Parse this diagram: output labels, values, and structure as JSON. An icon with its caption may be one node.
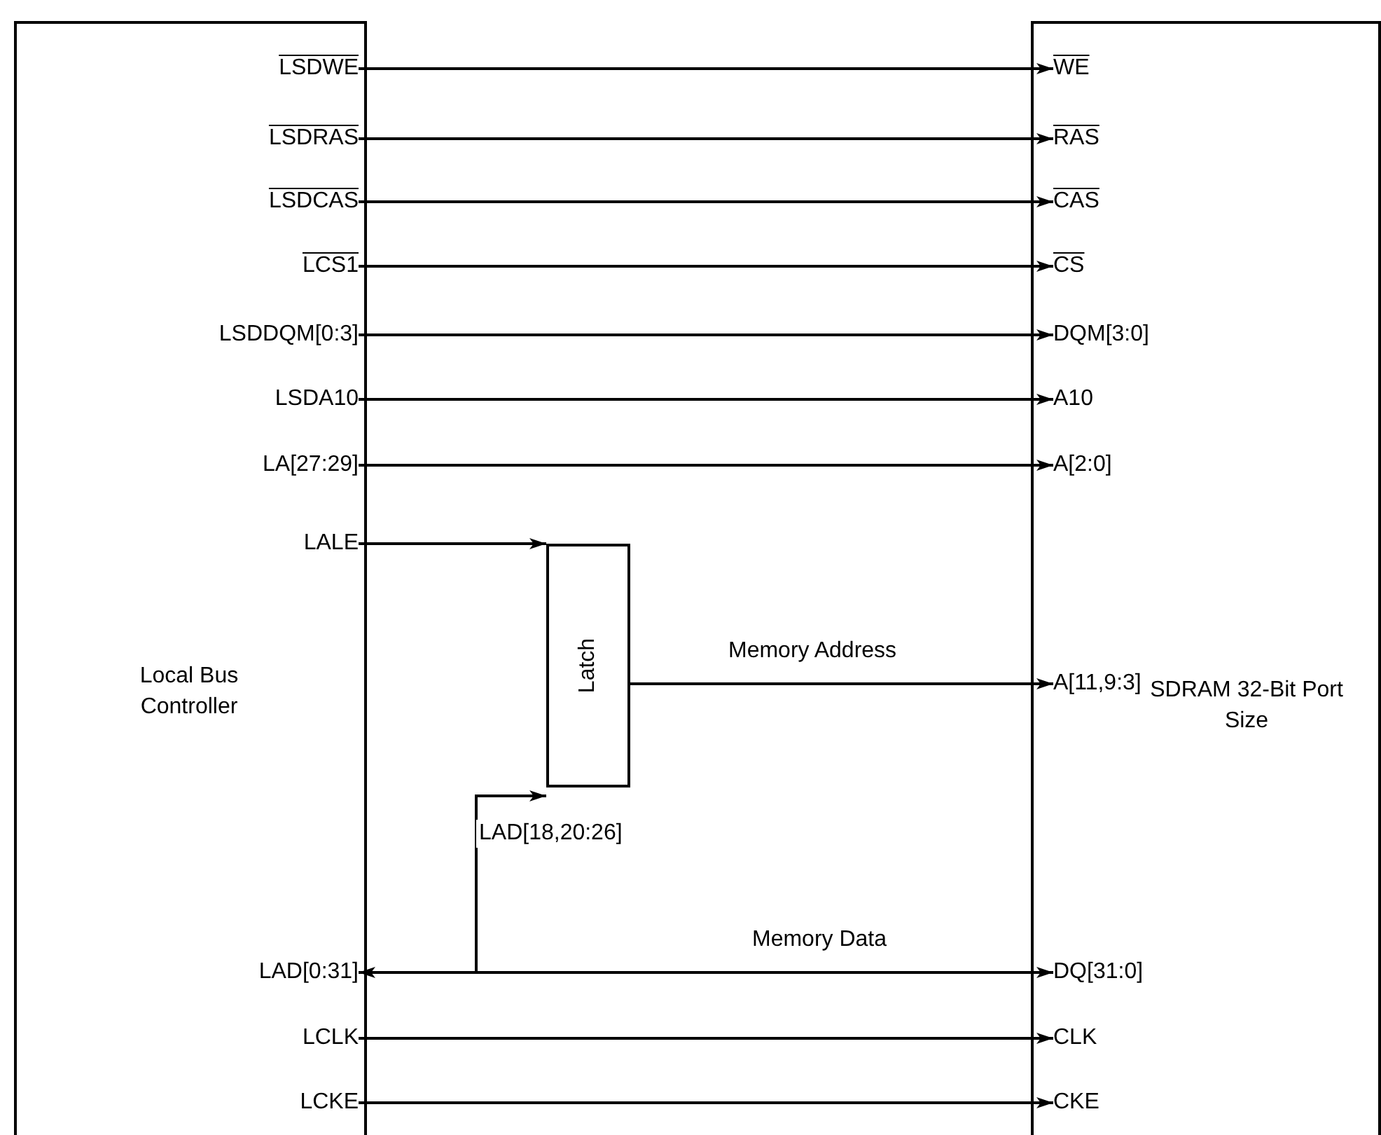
{
  "diagram": {
    "nodes": [
      {
        "text": [
          "Local Bus Controller"
        ]
      },
      {
        "text": [
          "LSDWE"
        ],
        "in": 0
      },
      {
        "text": [
          "LSDRAS"
        ],
        "in": 0
      },
      {
        "text": [
          "LSDCAS"
        ],
        "in": 0
      },
      {
        "text": [
          "LCS1"
        ],
        "in": 0
      },
      {
        "text": [
          "LSDDQM[0:3]"
        ],
        "in": 0
      },
      {
        "text": [
          "LSDA10"
        ],
        "in": 0
      },
      {
        "text": [
          "LA[27:29]"
        ],
        "in": 0
      },
      {
        "text": [
          "LALE"
        ],
        "in": 0
      },
      {
        "text": [
          "LAD[0:31]"
        ],
        "in": 0
      },
      {
        "text": [
          "LCLK"
        ],
        "in": 0
      },
      {
        "text": [
          "LCKE"
        ],
        "in": 0
      },
      {
        "text": [
          "Latch"
        ]
      },
      {
        "text": [
          "SDRAM 32-Bit Port Size"
        ]
      },
      {
        "text": [
          "WE"
        ],
        "in": 13
      },
      {
        "text": [
          "RAS"
        ],
        "in": 13
      },
      {
        "text": [
          "CAS"
        ],
        "in": 13
      },
      {
        "text": [
          "CS"
        ],
        "in": 13
      },
      {
        "text": [
          "DQM[3:0]"
        ],
        "in": 13
      },
      {
        "text": [
          "A10"
        ],
        "in": 13
      },
      {
        "text": [
          "A[2:0]"
        ],
        "in": 13
      },
      {
        "text": [
          "A[11,9:3]"
        ],
        "in": 13
      },
      {
        "text": [
          "DQ[31:0]"
        ],
        "in": 13
      },
      {
        "text": [
          "CLK"
        ],
        "in": 13
      },
      {
        "text": [
          "CKE"
        ],
        "in": 13
      }
    ],
    "edges": [
      {
        "from": 1,
        "to": 14,
        "arrow": "to"
      },
      {
        "from": 2,
        "to": 15,
        "arrow": "to"
      },
      {
        "from": 3,
        "to": 16,
        "arrow": "to"
      },
      {
        "from": 4,
        "to": 17,
        "arrow": "to"
      },
      {
        "from": 5,
        "to": 18,
        "arrow": "to"
      },
      {
        "from": 6,
        "to": 19,
        "arrow": "to"
      },
      {
        "from": 7,
        "to": 20,
        "arrow": "to"
      },
      {
        "from": 8,
        "to": 12,
        "arrow": "to"
      },
      {
        "from": 12,
        "to": 21,
        "arrow": "to",
        "label": "Memory Address"
      },
      {
        "from": 9,
        "to": 22,
        "arrow": "both",
        "label": "Memory Data"
      },
      {
        "from": 9,
        "to": 12,
        "arrow": "to",
        "label": "LAD[18,20:26]"
      },
      {
        "from": 10,
        "to": 23,
        "arrow": "to"
      },
      {
        "from": 11,
        "to": 24,
        "arrow": "to"
      }
    ]
  }
}
